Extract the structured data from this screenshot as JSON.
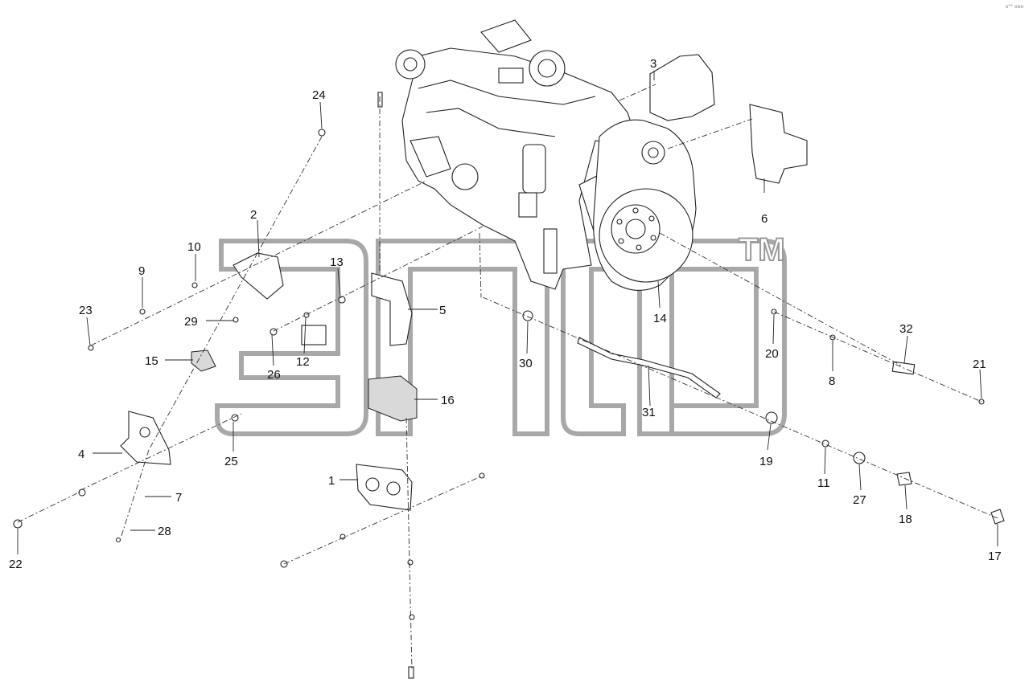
{
  "watermark": {
    "mark": "TM"
  },
  "corner_code": "s°° ooo",
  "callouts": [
    {
      "id": "c1",
      "text": "1"
    },
    {
      "id": "c2",
      "text": "2"
    },
    {
      "id": "c3",
      "text": "3"
    },
    {
      "id": "c4",
      "text": "4"
    },
    {
      "id": "c5",
      "text": "5"
    },
    {
      "id": "c6",
      "text": "6"
    },
    {
      "id": "c7",
      "text": "7"
    },
    {
      "id": "c8",
      "text": "8"
    },
    {
      "id": "c9",
      "text": "9"
    },
    {
      "id": "c10",
      "text": "10"
    },
    {
      "id": "c11",
      "text": "11"
    },
    {
      "id": "c12",
      "text": "12"
    },
    {
      "id": "c13",
      "text": "13"
    },
    {
      "id": "c14",
      "text": "14"
    },
    {
      "id": "c15",
      "text": "15"
    },
    {
      "id": "c16",
      "text": "16"
    },
    {
      "id": "c17",
      "text": "17"
    },
    {
      "id": "c18",
      "text": "18"
    },
    {
      "id": "c19",
      "text": "19"
    },
    {
      "id": "c20",
      "text": "20"
    },
    {
      "id": "c21",
      "text": "21"
    },
    {
      "id": "c22",
      "text": "22"
    },
    {
      "id": "c23",
      "text": "23"
    },
    {
      "id": "c24",
      "text": "24"
    },
    {
      "id": "c25",
      "text": "25"
    },
    {
      "id": "c26",
      "text": "26"
    },
    {
      "id": "c27",
      "text": "27"
    },
    {
      "id": "c28",
      "text": "28"
    },
    {
      "id": "c29",
      "text": "29"
    },
    {
      "id": "c30",
      "text": "30"
    },
    {
      "id": "c31",
      "text": "31"
    },
    {
      "id": "c32",
      "text": "32"
    }
  ]
}
